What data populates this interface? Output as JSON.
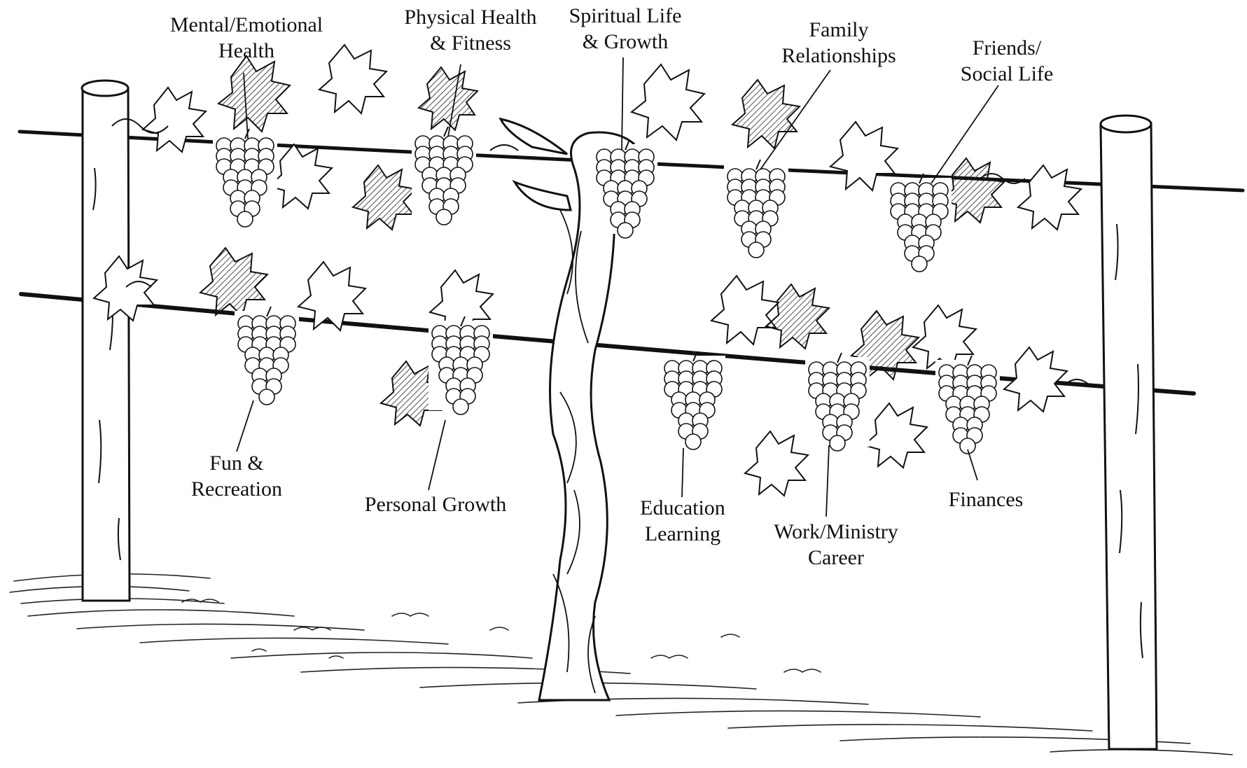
{
  "labels": [
    {
      "id": "mental-emotional-health",
      "lines": [
        "Mental/Emotional",
        "Health"
      ]
    },
    {
      "id": "physical-health-fitness",
      "lines": [
        "Physical Health",
        "& Fitness"
      ]
    },
    {
      "id": "spiritual-life-growth",
      "lines": [
        "Spiritual Life",
        "& Growth"
      ]
    },
    {
      "id": "family-relationships",
      "lines": [
        "Family",
        "Relationships"
      ]
    },
    {
      "id": "friends-social-life",
      "lines": [
        "Friends/",
        "Social Life"
      ]
    },
    {
      "id": "fun-recreation",
      "lines": [
        "Fun &",
        "Recreation"
      ]
    },
    {
      "id": "personal-growth",
      "lines": [
        "Personal Growth"
      ]
    },
    {
      "id": "education-learning",
      "lines": [
        "Education",
        "Learning"
      ]
    },
    {
      "id": "work-ministry-career",
      "lines": [
        "Work/Ministry",
        "Career"
      ]
    },
    {
      "id": "finances",
      "lines": [
        "Finances"
      ]
    }
  ]
}
